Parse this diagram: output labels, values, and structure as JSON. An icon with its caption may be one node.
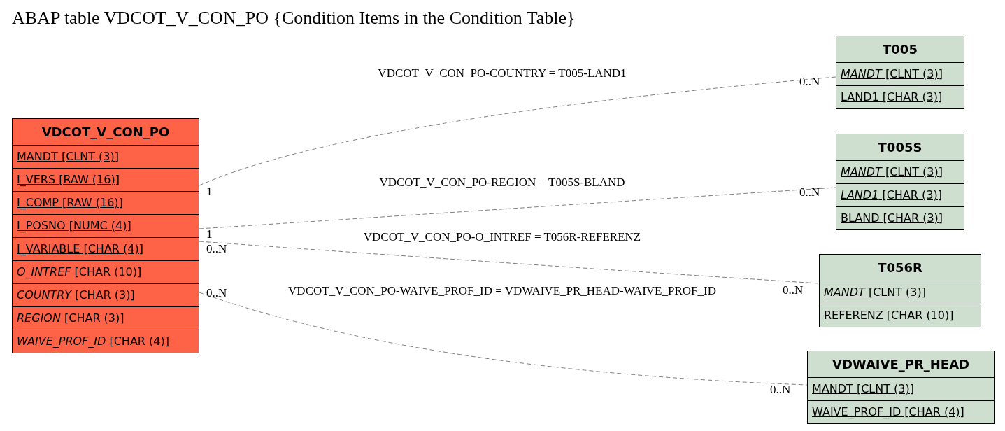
{
  "diagram": {
    "title": "ABAP table VDCOT_V_CON_PO {Condition Items in the Condition Table}",
    "nodes": [
      {
        "text": [
          "VDCOT_V_CON_PO"
        ]
      },
      {
        "text": [
          "MANDT [CLNT (3)]"
        ],
        "in": 0
      },
      {
        "text": [
          "I_VERS [RAW (16)]"
        ],
        "in": 0
      },
      {
        "text": [
          "I_COMP [RAW (16)]"
        ],
        "in": 0
      },
      {
        "text": [
          "I_POSNO [NUMC (4)]"
        ],
        "in": 0
      },
      {
        "text": [
          "I_VARIABLE [CHAR (4)]"
        ],
        "in": 0
      },
      {
        "text": [
          "*O_INTREF* [CHAR (10)]"
        ],
        "in": 0
      },
      {
        "text": [
          "*COUNTRY* [CHAR (3)]"
        ],
        "in": 0
      },
      {
        "text": [
          "*REGION* [CHAR (3)]"
        ],
        "in": 0
      },
      {
        "text": [
          "*WAIVE_PROF_ID* [CHAR (4)]"
        ],
        "in": 0
      },
      {
        "text": [
          "T005"
        ]
      },
      {
        "text": [
          "*MANDT* [CLNT (3)]"
        ],
        "in": 10
      },
      {
        "text": [
          "LAND1 [CHAR (3)]"
        ],
        "in": 10
      },
      {
        "text": [
          "T005S"
        ]
      },
      {
        "text": [
          "*MANDT* [CLNT (3)]"
        ],
        "in": 13
      },
      {
        "text": [
          "*LAND1* [CHAR (3)]"
        ],
        "in": 13
      },
      {
        "text": [
          "BLAND [CHAR (3)]"
        ],
        "in": 13
      },
      {
        "text": [
          "T056R"
        ]
      },
      {
        "text": [
          "*MANDT* [CLNT (3)]"
        ],
        "in": 17
      },
      {
        "text": [
          "REFERENZ [CHAR (10)]"
        ],
        "in": 17
      },
      {
        "text": [
          "VDWAIVE_PR_HEAD"
        ]
      },
      {
        "text": [
          "MANDT [CLNT (3)]"
        ],
        "in": 20
      },
      {
        "text": [
          "WAIVE_PROF_ID [CHAR (4)]"
        ],
        "in": 20
      }
    ],
    "edges": [
      {
        "from": 0,
        "to": 10,
        "arrow": "none",
        "style": "dashed",
        "label": "VDCOT_V_CON_PO-COUNTRY = T005-LAND1"
      },
      {
        "from": 0,
        "to": 13,
        "arrow": "none",
        "style": "dashed",
        "label": "VDCOT_V_CON_PO-REGION = T005S-BLAND"
      },
      {
        "from": 0,
        "to": 17,
        "arrow": "none",
        "style": "dashed",
        "label": "VDCOT_V_CON_PO-O_INTREF = T056R-REFERENZ"
      },
      {
        "from": 0,
        "to": 20,
        "arrow": "none",
        "style": "dashed",
        "label": "VDCOT_V_CON_PO-WAIVE_PROF_ID = VDWAIVE_PR_HEAD-WAIVE_PROF_ID"
      }
    ],
    "labels": [
      "0..N",
      "1",
      "0..N",
      "1",
      "0..N",
      "0..N",
      "0..N",
      "0..N"
    ]
  }
}
